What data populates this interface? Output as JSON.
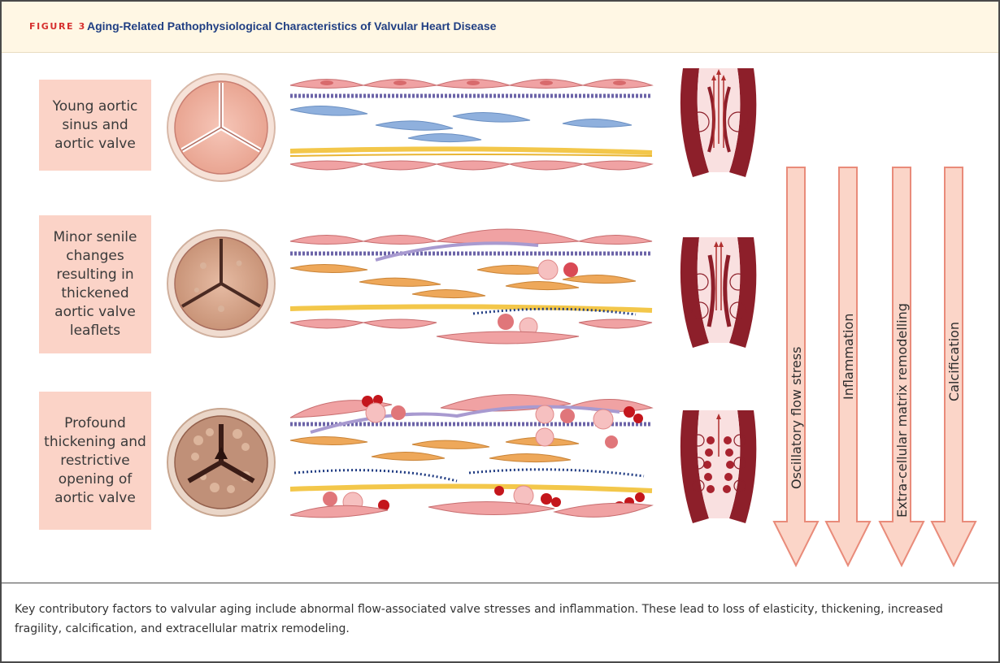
{
  "figure": {
    "label": "FIGURE 3",
    "title": "Aging-Related Pathophysiological Characteristics of Valvular Heart Disease"
  },
  "rows": [
    {
      "label": "Young aortic sinus and aortic valve"
    },
    {
      "label": "Minor senile changes resulting in thickened aortic valve leaflets"
    },
    {
      "label": "Profound thickening and restrictive opening of aortic valve"
    }
  ],
  "arrows": [
    {
      "label": "Oscillatory flow stress"
    },
    {
      "label": "Inflammation"
    },
    {
      "label": "Extra-cellular matrix remodelling"
    },
    {
      "label": "Calcification"
    }
  ],
  "caption": "Key contributory factors to valvular aging include abnormal flow-associated valve stresses and inflammation. These lead to loss of elasticity, thickening, increased fragility, calcification, and extracellular matrix remodeling.",
  "colors": {
    "header_bg": "#fff7e4",
    "figure_label": "#d6302f",
    "title": "#203f83",
    "label_box": "#fbd3c7",
    "arrow_fill": "#fbd5c8",
    "arrow_stroke": "#e98b7a",
    "vessel_wall": "#8d1f2a",
    "endothelial": "#f0a2a3",
    "fibroblast": "#8fb0dd",
    "myofibroblast": "#eea85a",
    "collagen": "#f3c74a",
    "elastin": "#6c64a8",
    "calcium": "#c4161c"
  }
}
